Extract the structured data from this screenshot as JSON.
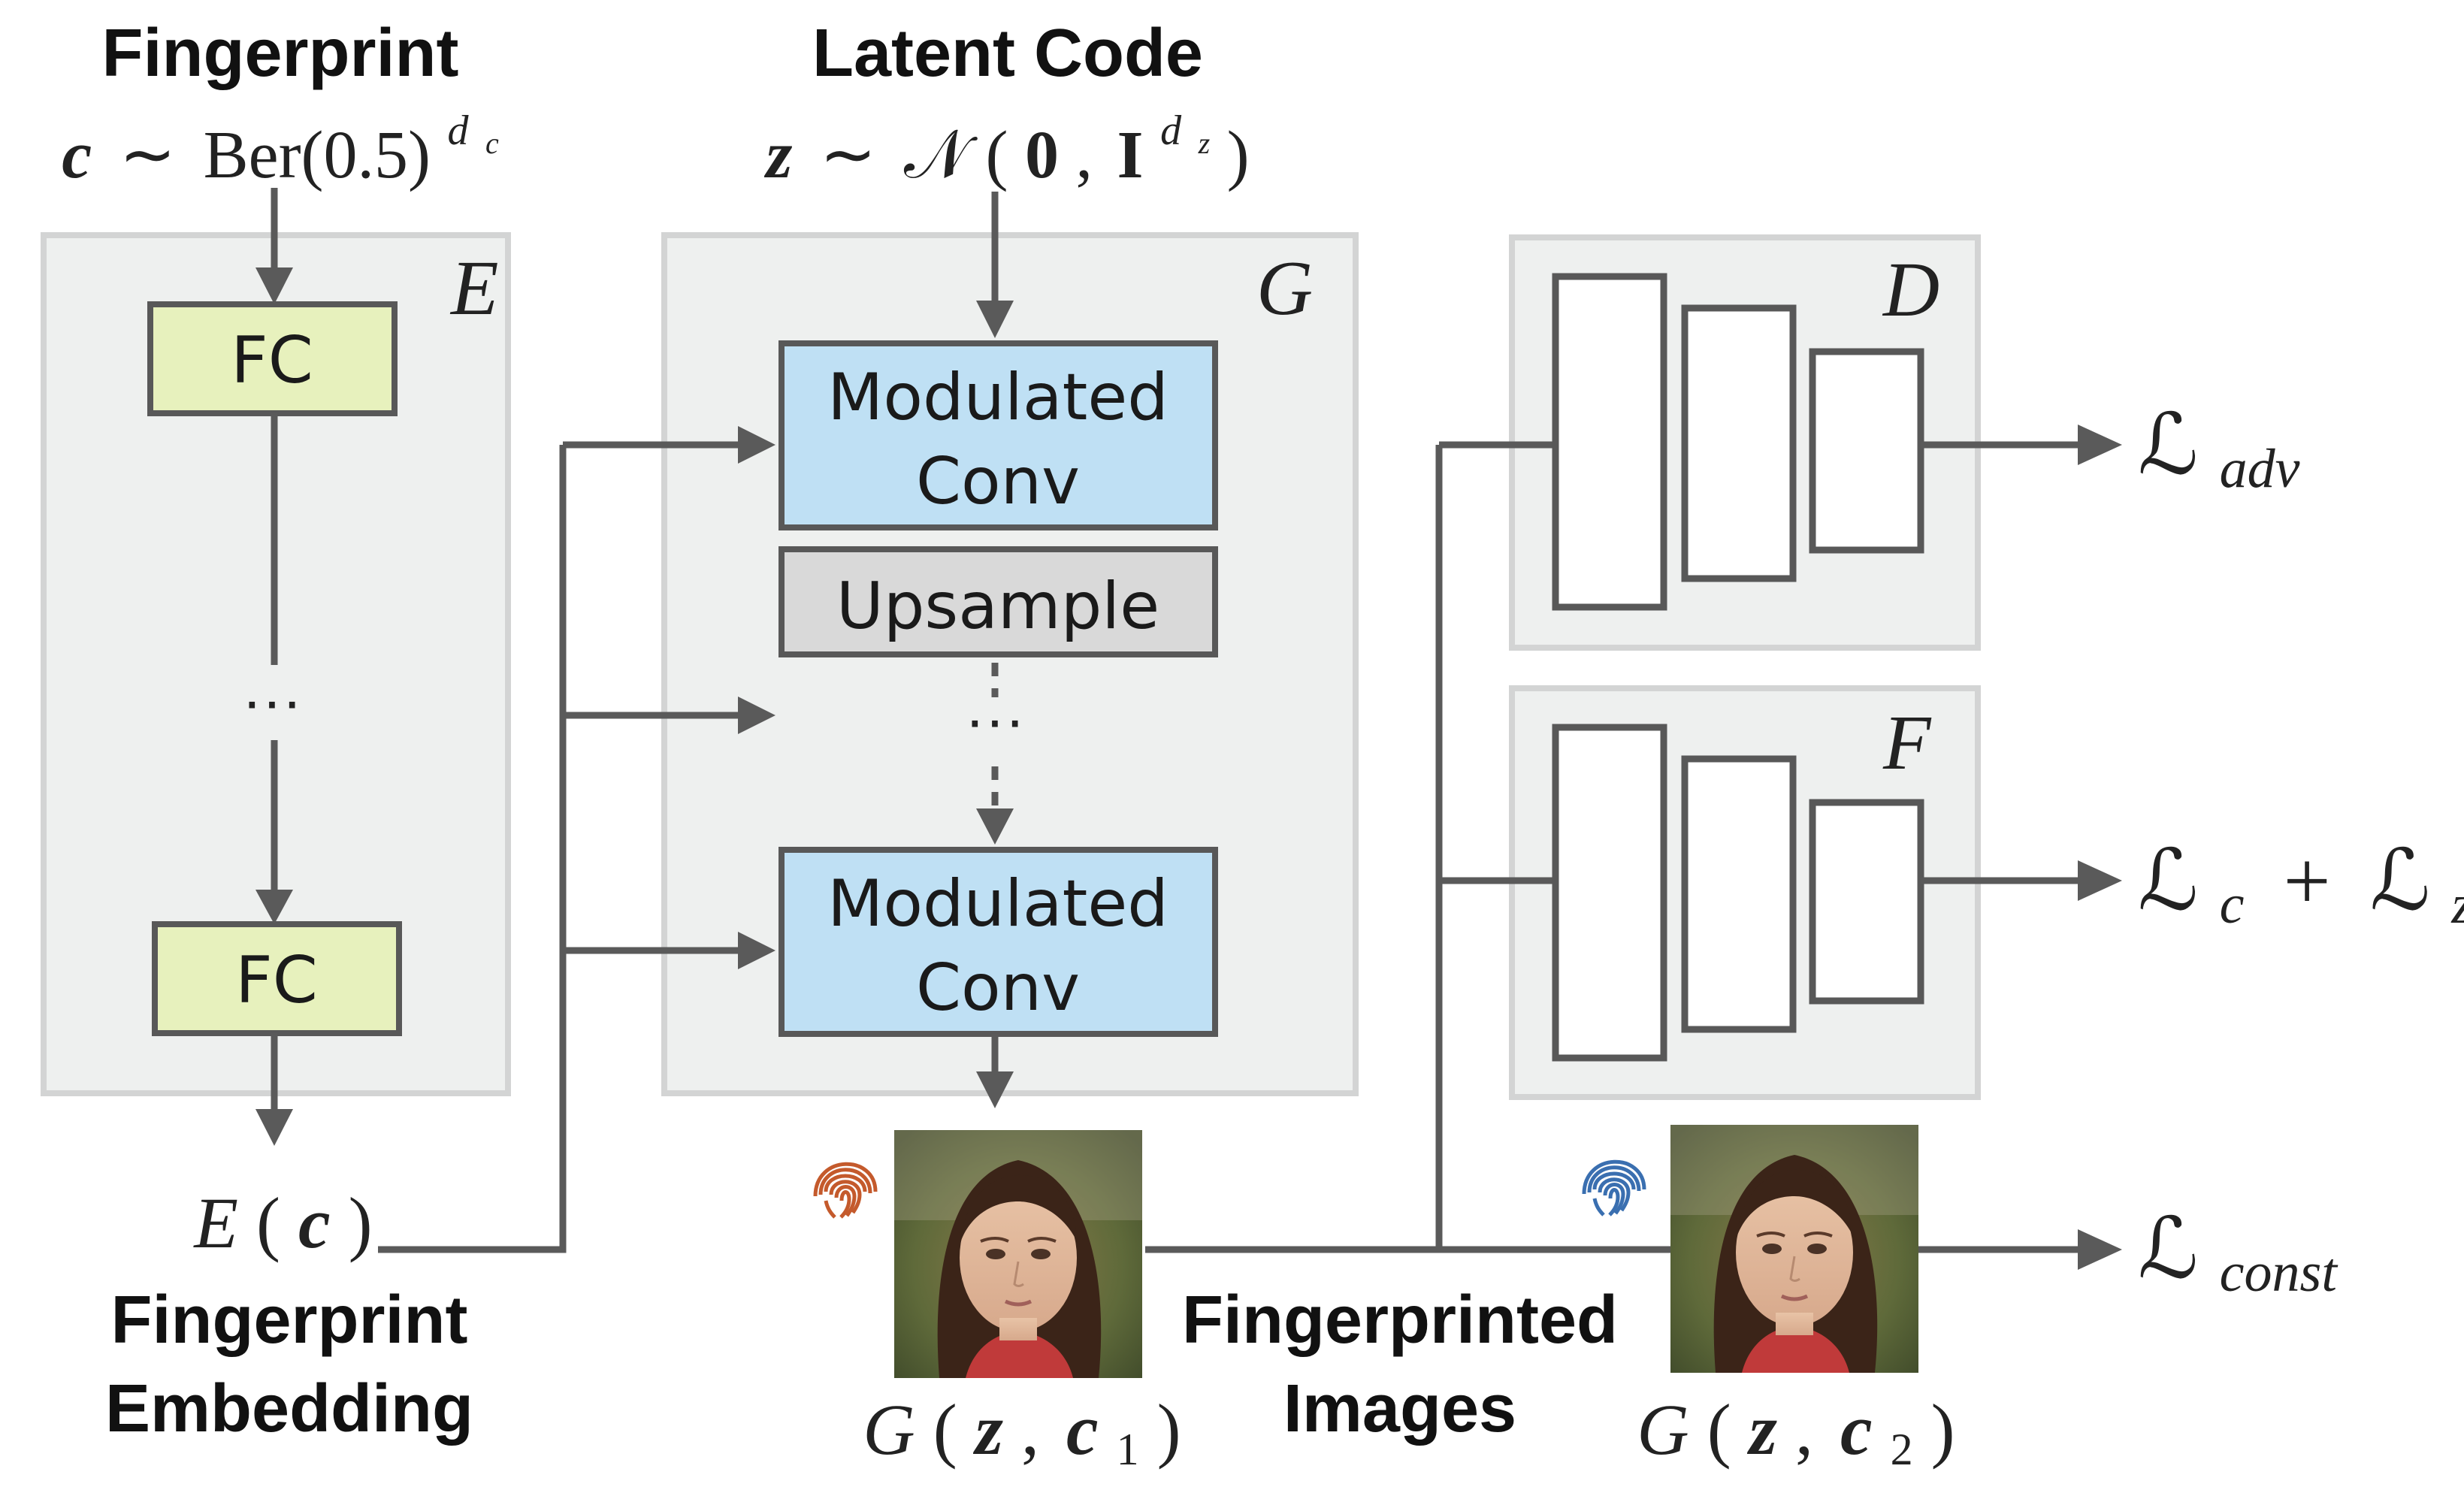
{
  "inputs": {
    "fingerprint_title": "Fingerprint",
    "fingerprint_lhs": "c",
    "fingerprint_sim": "∼",
    "fingerprint_dist": "Ber(0.5)",
    "fingerprint_sup_base": "d",
    "fingerprint_sup_sub": "c",
    "latent_title": "Latent Code",
    "latent_lhs": "z",
    "latent_sim": "∼",
    "latent_N": "𝒩",
    "latent_open": "(",
    "latent_zero": "0",
    "latent_comma": ",",
    "latent_I": "I",
    "latent_sup_base": "d",
    "latent_sup_sub": "z",
    "latent_close": ")"
  },
  "encoder": {
    "label": "E",
    "fc_top": "FC",
    "ellipsis": "···",
    "fc_bottom": "FC",
    "output_E": "E",
    "output_open": "(",
    "output_c": "c",
    "output_close": ")",
    "caption_line1": "Fingerprint",
    "caption_line2": "Embedding"
  },
  "generator": {
    "label": "G",
    "block1_line1": "Modulated",
    "block1_line2": "Conv",
    "upsample": "Upsample",
    "ellipsis": "···",
    "block2_line1": "Modulated",
    "block2_line2": "Conv"
  },
  "images": {
    "caption_line1": "Fingerprinted",
    "caption_line2": "Images",
    "img1_G": "G",
    "img1_open": "(",
    "img1_z": "z",
    "img1_comma": ",",
    "img1_c": "c",
    "img1_sub": "1",
    "img1_close": ")",
    "img2_G": "G",
    "img2_open": "(",
    "img2_z": "z",
    "img2_comma": ",",
    "img2_c": "c",
    "img2_sub": "2",
    "img2_close": ")",
    "fingerprint1_color": "#c45a2c",
    "fingerprint2_color": "#3a6fb0"
  },
  "discriminator": {
    "label": "D"
  },
  "fingerprint_decoder": {
    "label": "F"
  },
  "losses": {
    "L": "ℒ",
    "adv_sub": "adv",
    "c_sub": "c",
    "plus": "+",
    "z_sub": "z",
    "const_sub": "const"
  },
  "colors": {
    "fc_fill": "#e7f1bd",
    "conv_fill": "#bfe0f4",
    "upsample_fill": "#d9d9d9",
    "module_fill": "#eef0ef",
    "arrow": "#5a5a5a"
  }
}
